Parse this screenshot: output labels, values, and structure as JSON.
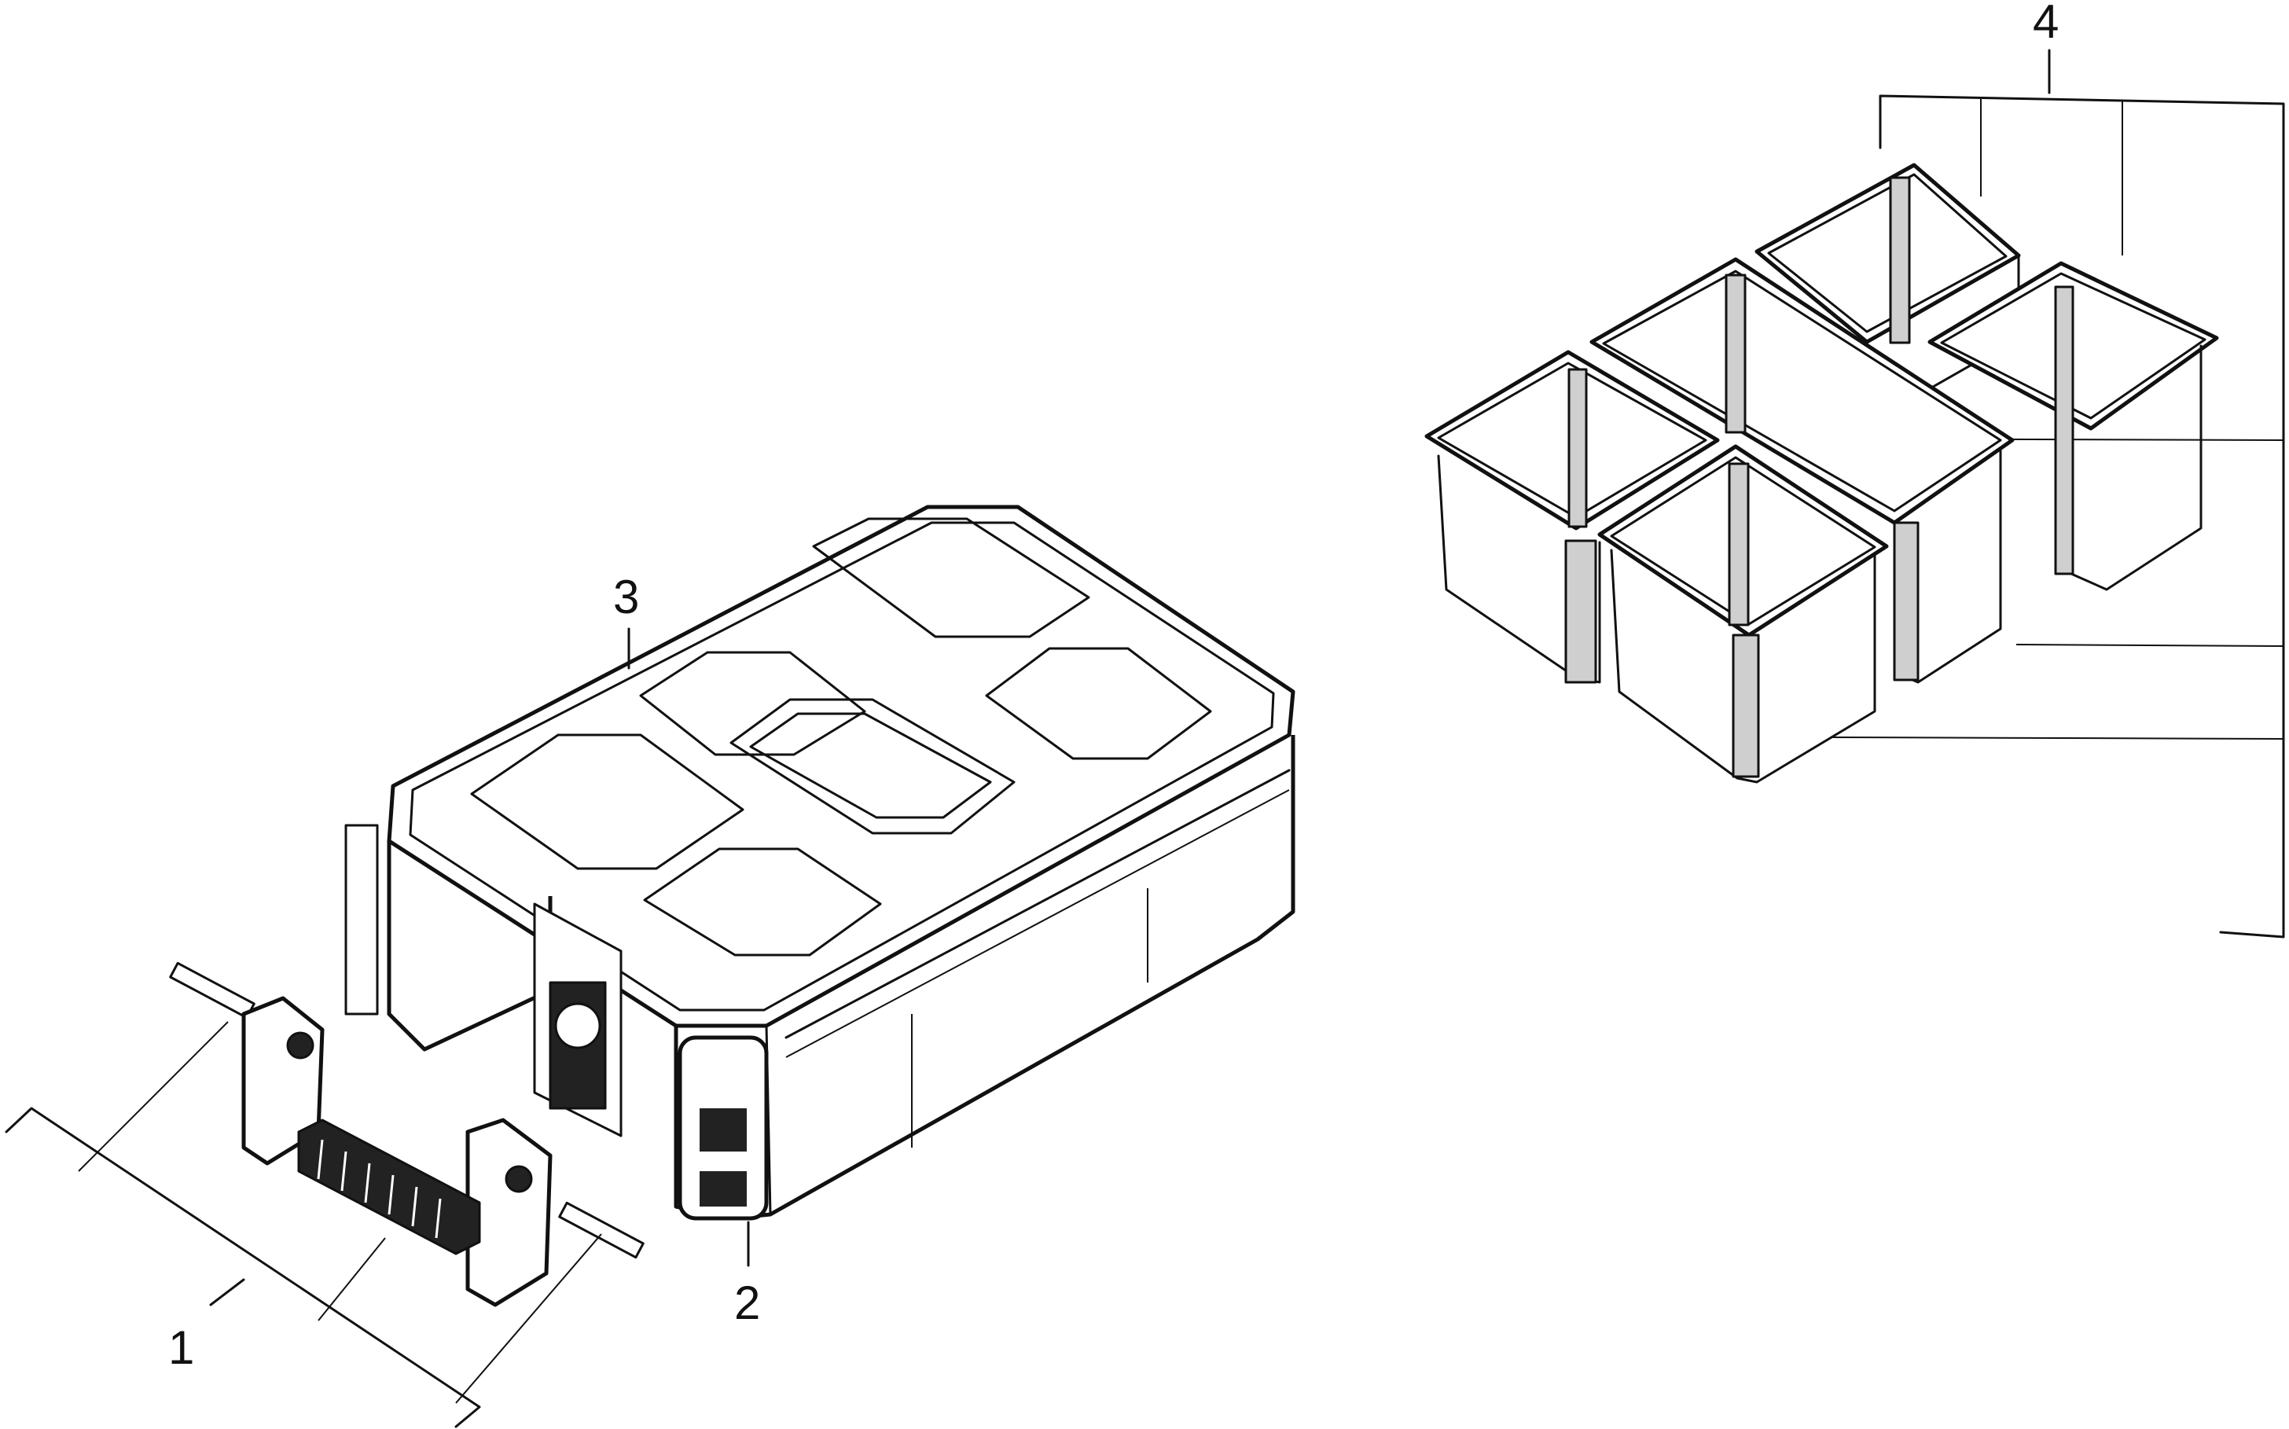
{
  "diagram": {
    "type": "exploded-parts-view",
    "callouts": [
      {
        "id": "1",
        "label": "1"
      },
      {
        "id": "2",
        "label": "2"
      },
      {
        "id": "3",
        "label": "3"
      },
      {
        "id": "4",
        "label": "4"
      }
    ],
    "colors": {
      "line": "#111111",
      "background": "#ffffff"
    }
  }
}
